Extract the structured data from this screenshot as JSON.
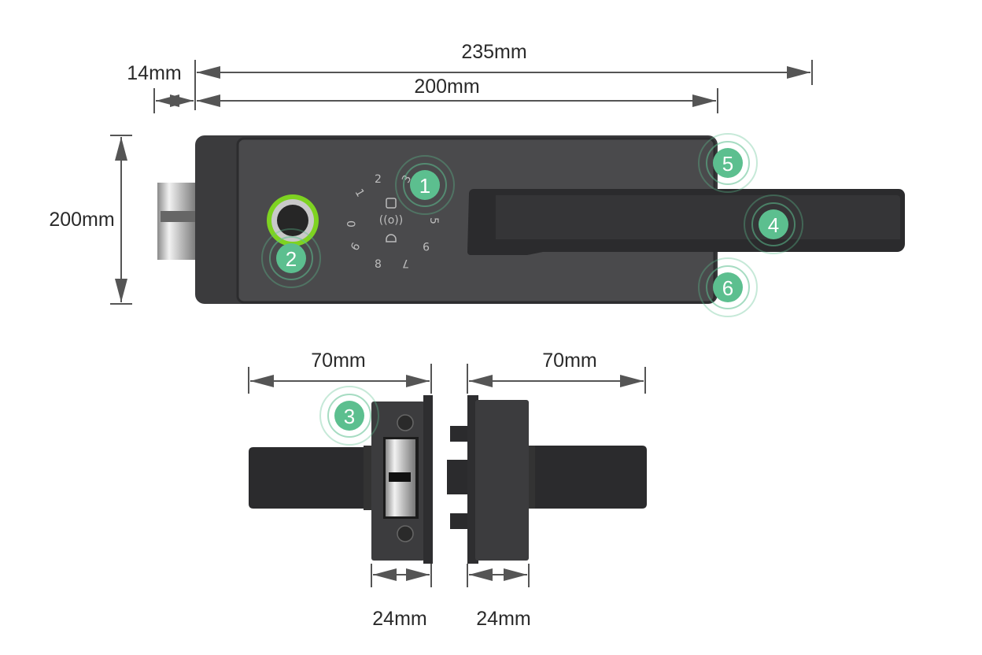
{
  "dimensions": {
    "total_width": "235mm",
    "panel_width": "200mm",
    "latch_offset": "14mm",
    "height": "200mm",
    "inner_handle_length": "70mm",
    "outer_handle_length": "70mm",
    "inner_thickness": "24mm",
    "outer_thickness": "24mm"
  },
  "keypad_digits": [
    "0",
    "1",
    "2",
    "3",
    "5",
    "6",
    "7",
    "8",
    "9"
  ],
  "markers": [
    "1",
    "2",
    "3",
    "4",
    "5",
    "6"
  ],
  "colors": {
    "lock_body": "#3b3b3d",
    "panel": "#4a4a4c",
    "marker": "#5cbf8f",
    "fingerprint_ring": "#7ed321",
    "dimension_line": "#555555"
  },
  "icons": [
    "fingerprint-sensor-icon",
    "card-reader-icon",
    "wireless-icon",
    "doorbell-icon"
  ]
}
